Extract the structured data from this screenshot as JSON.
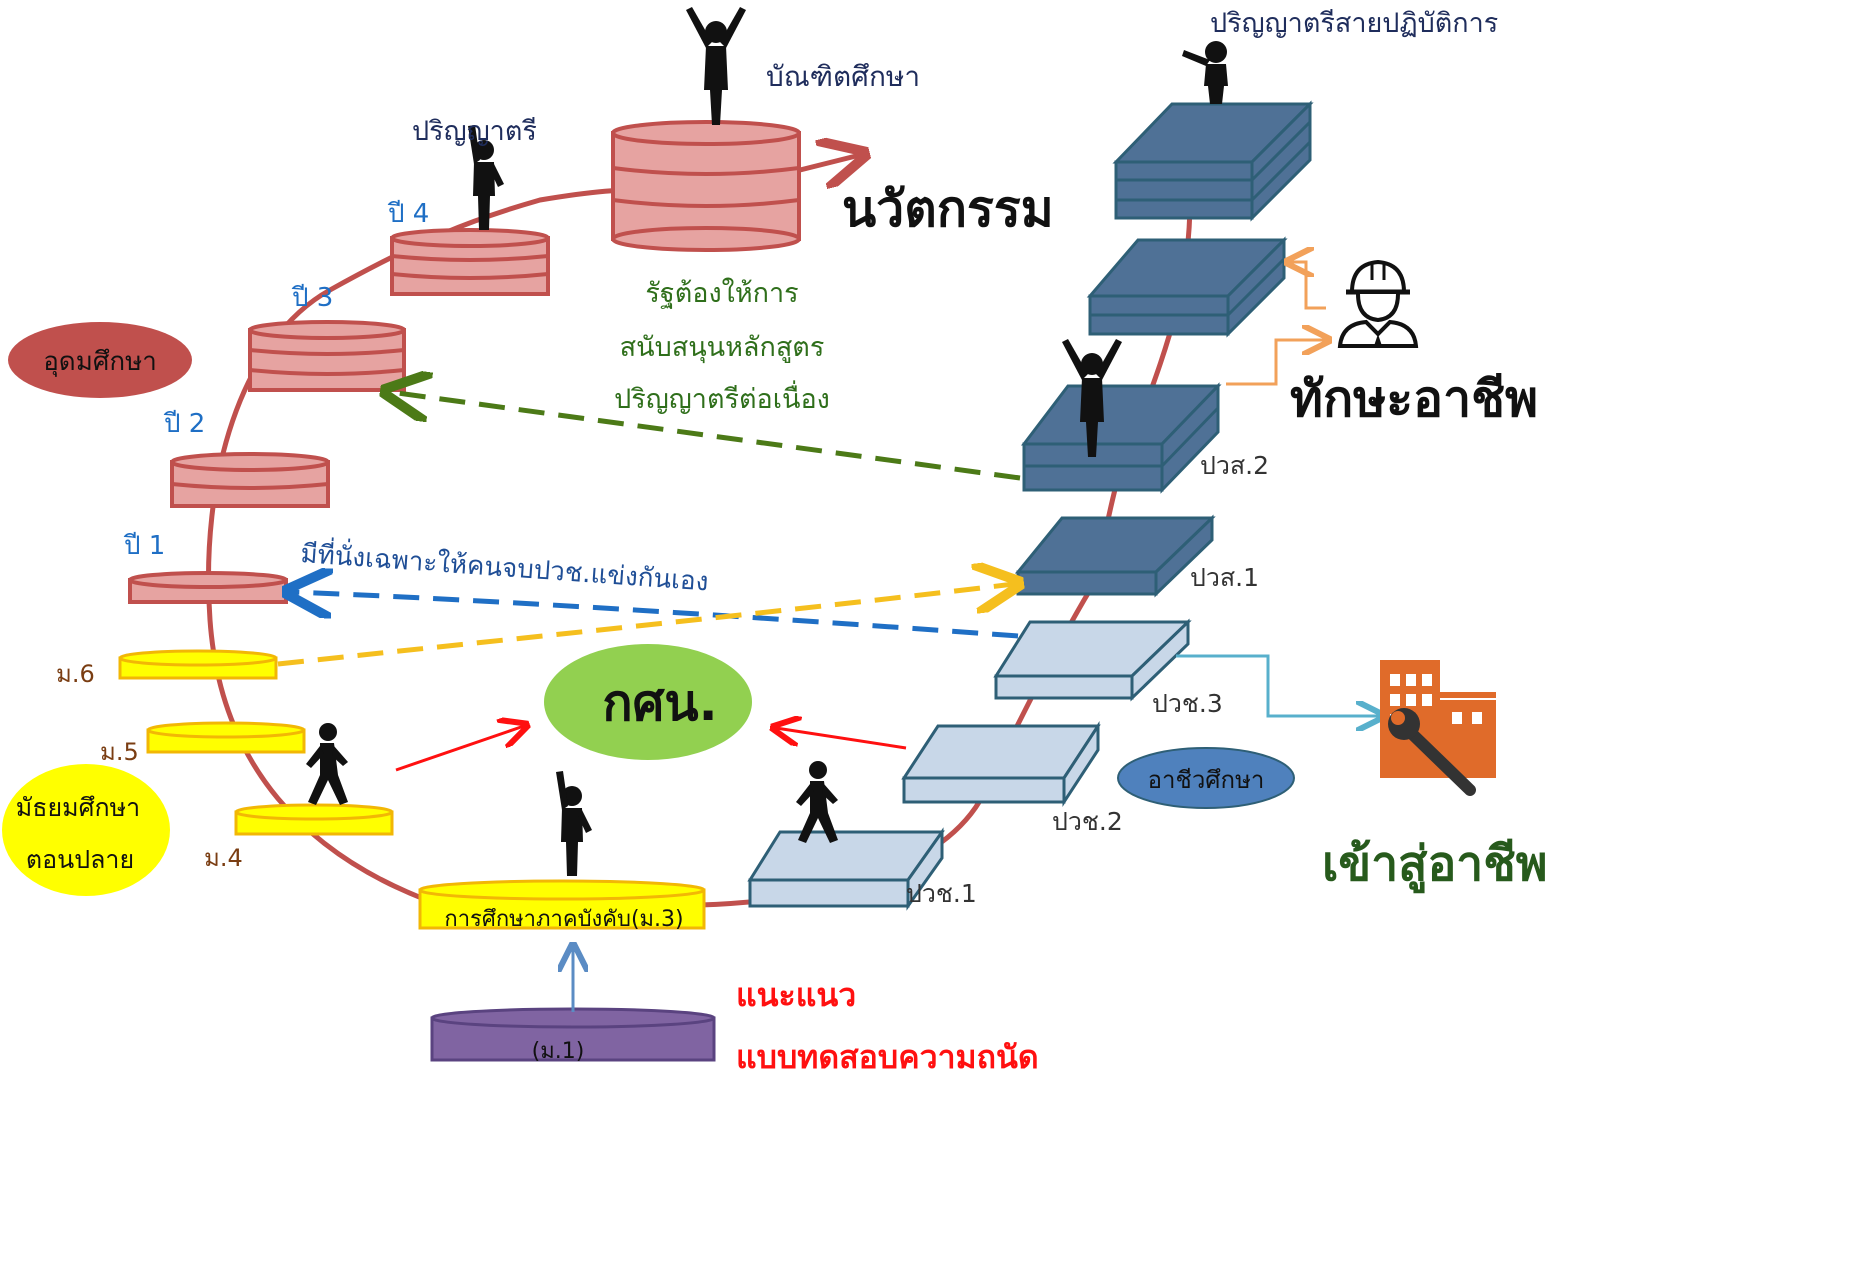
{
  "colors": {
    "university": "#c0504d",
    "university_fill": "#e6a3a1",
    "secondary": "#ffff00",
    "secondary_edge": "#f2b705",
    "vocational_light": "#c8d7e8",
    "vocational_dark": "#4f7196",
    "vocational_edge": "#2e5f76",
    "green_text": "#2f6f1b",
    "blue_text": "#1f4e96",
    "brown_text": "#7a3d12",
    "navy_text": "#1f2d5c",
    "red_text": "#ff1010",
    "career_green": "#275a1c",
    "gsn_fill": "#92d050",
    "m1_fill": "#8064a2",
    "arrow_green": "#4c7a17",
    "arrow_blue": "#1f6fc5",
    "arrow_gold": "#f5bf1e",
    "arrow_orange": "#f2a15a",
    "arrow_teal": "#58b0cc",
    "building": "#e06b2a"
  },
  "labels": {
    "graduate_studies": "บัณฑิตศึกษา",
    "bachelor": "ปริญญาตรี",
    "innovation": "นวัตกรรม",
    "year4": "ปี 4",
    "year3": "ปี 3",
    "year2": "ปี 2",
    "year1": "ปี 1",
    "higher_education": "อุดมศึกษา",
    "state_support": [
      "รัฐต้องให้การ",
      "สนับสนุนหลักสูตร",
      "ปริญญาตรีต่อเนื่อง"
    ],
    "practical_bachelor": "ปริญญาตรีสายปฏิบัติการ",
    "professional_skills": "ทักษะอาชีพ",
    "pvs2": "ปวส.2",
    "pvs1": "ปวส.1",
    "pvc3": "ปวช.3",
    "pvc2": "ปวช.2",
    "pvc1": "ปวช.1",
    "reserved_seats": "มีที่นั่งเฉพาะให้คนจบปวช.แข่งกันเอง",
    "m6": "ม.6",
    "m5": "ม.5",
    "m4": "ม.4",
    "upper_secondary": [
      "มัธยมศึกษา",
      "ตอนปลาย"
    ],
    "non_formal": "กศน.",
    "vocational_education": "อาชีวศึกษา",
    "enter_career": "เข้าสู่อาชีพ",
    "compulsory": "การศึกษาภาคบังคับ(ม.3)",
    "m1": "(ม.1)",
    "guidance": "แนะแนว",
    "aptitude_test": "แบบทดสอบความถนัด"
  },
  "icons": {
    "person_celebrate": "person-celebrate-icon",
    "person_point": "person-point-icon",
    "person_walk": "person-walk-icon",
    "engineer": "engineer-helmet-icon",
    "building": "building-wrench-icon"
  }
}
